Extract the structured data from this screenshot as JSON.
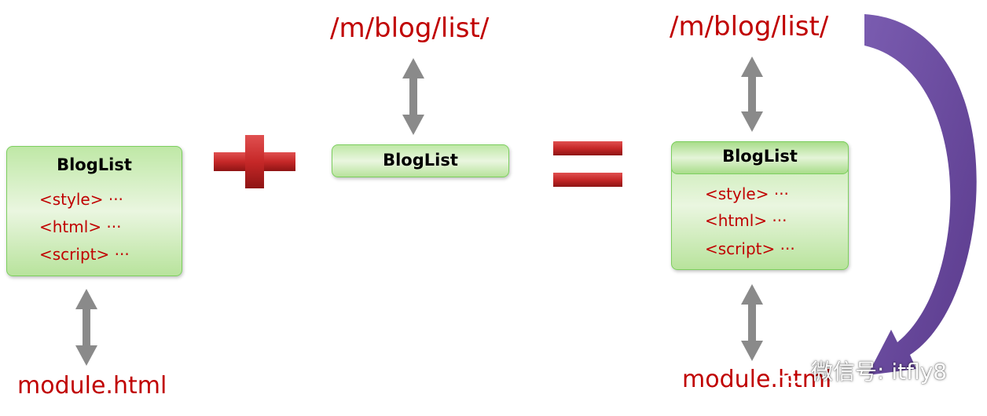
{
  "left": {
    "title": "BlogList",
    "lines": [
      "<style> ···",
      "<html> ···",
      "<script> ···"
    ],
    "module": "module.html"
  },
  "middle": {
    "url": "/m/blog/list/",
    "title": "BlogList"
  },
  "right": {
    "url": "/m/blog/list/",
    "title": "BlogList",
    "lines": [
      "<style> ···",
      "<html> ···",
      "<script> ···"
    ],
    "module": "module.html"
  },
  "watermark": "微信号: itfly8",
  "colors": {
    "text_red": "#c00000",
    "operator_red": "#c62828",
    "arrow_gray": "#8a8a8a",
    "curve_purple": "#6a4a9c",
    "box_green": "#bfe8a6"
  }
}
